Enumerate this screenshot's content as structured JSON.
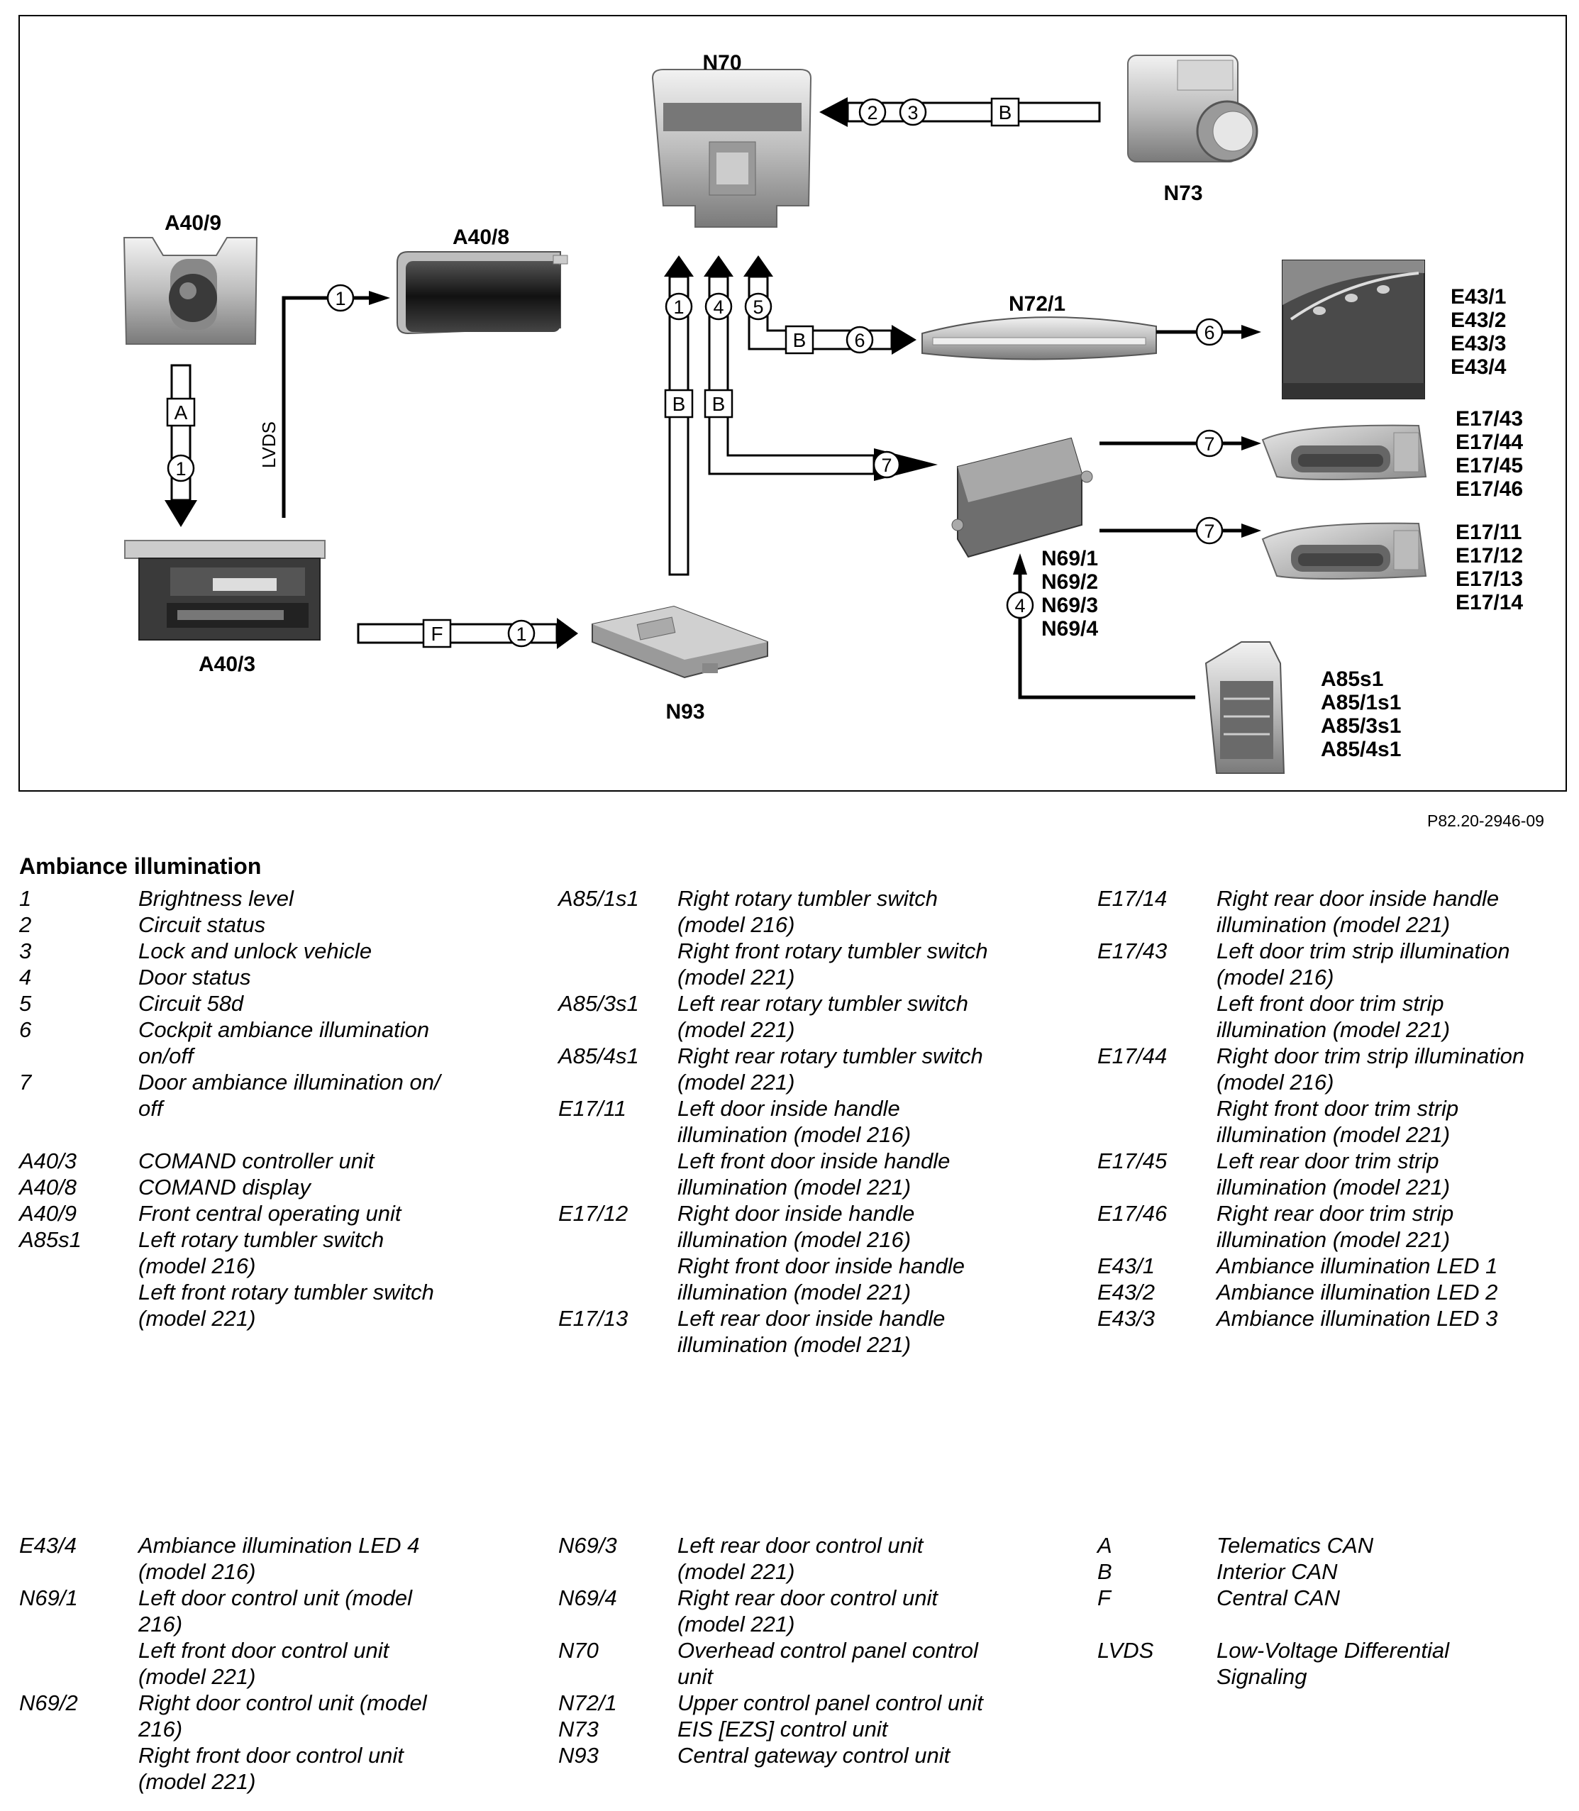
{
  "diagram": {
    "component_labels": {
      "n70": "N70",
      "n73": "N73",
      "a40_9": "A40/9",
      "a40_8": "A40/8",
      "n72_1": "N72/1",
      "a40_3": "A40/3",
      "n93": "N93",
      "n69": [
        "N69/1",
        "N69/2",
        "N69/3",
        "N69/4"
      ],
      "e43": [
        "E43/1",
        "E43/2",
        "E43/3",
        "E43/4"
      ],
      "e17_upper": [
        "E17/43",
        "E17/44",
        "E17/45",
        "E17/46"
      ],
      "e17_lower": [
        "E17/11",
        "E17/12",
        "E17/13",
        "E17/14"
      ],
      "a85": [
        "A85s1",
        "A85/1s1",
        "A85/3s1",
        "A85/4s1"
      ]
    },
    "lvds_label": "LVDS",
    "bus_letters": {
      "a": "A",
      "b": "B",
      "f": "F"
    },
    "signal_numbers": {
      "one": "1",
      "two": "2",
      "three": "3",
      "four": "4",
      "five": "5",
      "six": "6",
      "seven": "7"
    }
  },
  "figure_id": "P82.20-2946-09",
  "legend": {
    "title": "Ambiance illumination",
    "columns": [
      [
        {
          "code": "1",
          "lines": [
            "Brightness level"
          ]
        },
        {
          "code": "2",
          "lines": [
            "Circuit status"
          ]
        },
        {
          "code": "3",
          "lines": [
            "Lock and unlock vehicle"
          ]
        },
        {
          "code": "4",
          "lines": [
            "Door status"
          ]
        },
        {
          "code": "5",
          "lines": [
            "Circuit 58d"
          ]
        },
        {
          "code": "6",
          "lines": [
            "Cockpit ambiance illumination",
            "on/off"
          ]
        },
        {
          "code": "7",
          "lines": [
            "Door ambiance illumination on/",
            "off"
          ]
        },
        {
          "gap": true
        },
        {
          "code": "A40/3",
          "lines": [
            "COMAND controller unit"
          ]
        },
        {
          "code": "A40/8",
          "lines": [
            "COMAND display"
          ]
        },
        {
          "code": "A40/9",
          "lines": [
            "Front central operating unit"
          ]
        },
        {
          "code": "A85s1",
          "lines": [
            "Left rotary tumbler switch",
            "(model 216)",
            "Left front rotary tumbler switch",
            "(model 221)"
          ]
        }
      ],
      [
        {
          "code": "A85/1s1",
          "lines": [
            "Right rotary tumbler switch",
            "(model 216)",
            "Right front rotary tumbler switch",
            "(model 221)"
          ]
        },
        {
          "code": "A85/3s1",
          "lines": [
            "Left rear rotary tumbler switch",
            "(model 221)"
          ]
        },
        {
          "code": "A85/4s1",
          "lines": [
            "Right rear rotary tumbler switch",
            "(model 221)"
          ]
        },
        {
          "code": "E17/11",
          "lines": [
            "Left door inside handle",
            "illumination (model 216)",
            "Left front door inside handle",
            "illumination (model 221)"
          ]
        },
        {
          "code": "E17/12",
          "lines": [
            "Right door inside handle",
            "illumination (model 216)",
            "Right front door inside handle",
            "illumination (model 221)"
          ]
        },
        {
          "code": "E17/13",
          "lines": [
            "Left rear door inside handle",
            "illumination (model 221)"
          ]
        }
      ],
      [
        {
          "code": "E17/14",
          "lines": [
            "Right rear door inside handle",
            "illumination (model 221)"
          ]
        },
        {
          "code": "E17/43",
          "lines": [
            "Left door trim strip illumination",
            "(model 216)",
            "Left front door trim strip",
            "illumination (model 221)"
          ]
        },
        {
          "code": "E17/44",
          "lines": [
            "Right door trim strip illumination",
            "(model 216)",
            "Right front door trim strip",
            "illumination (model 221)"
          ]
        },
        {
          "code": "E17/45",
          "lines": [
            "Left rear door trim strip",
            "illumination (model 221)"
          ]
        },
        {
          "code": "E17/46",
          "lines": [
            "Right rear door trim strip",
            "illumination (model 221)"
          ]
        },
        {
          "code": "E43/1",
          "lines": [
            "Ambiance illumination LED 1"
          ]
        },
        {
          "code": "E43/2",
          "lines": [
            "Ambiance illumination LED 2"
          ]
        },
        {
          "code": "E43/3",
          "lines": [
            "Ambiance illumination LED 3"
          ]
        }
      ],
      [
        {
          "code": "E43/4",
          "lines": [
            "Ambiance illumination LED 4",
            "(model 216)"
          ]
        },
        {
          "code": "N69/1",
          "lines": [
            "Left door control unit (model",
            "216)",
            "Left front door control unit",
            "(model 221)"
          ]
        },
        {
          "code": "N69/2",
          "lines": [
            "Right door control unit (model",
            "216)",
            "Right front door control unit",
            "(model 221)"
          ]
        }
      ],
      [
        {
          "code": "N69/3",
          "lines": [
            "Left rear door control unit",
            "(model 221)"
          ]
        },
        {
          "code": "N69/4",
          "lines": [
            "Right rear door control unit",
            "(model 221)"
          ]
        },
        {
          "code": "N70",
          "lines": [
            "Overhead control panel control",
            "unit"
          ]
        },
        {
          "code": "N72/1",
          "lines": [
            "Upper control panel control unit"
          ]
        },
        {
          "code": "N73",
          "lines": [
            "EIS [EZS] control unit"
          ]
        },
        {
          "code": "N93",
          "lines": [
            "Central gateway control unit"
          ]
        }
      ],
      [
        {
          "code": "A",
          "lines": [
            "Telematics CAN"
          ]
        },
        {
          "code": "B",
          "lines": [
            "Interior CAN"
          ]
        },
        {
          "code": "F",
          "lines": [
            "Central CAN"
          ]
        },
        {
          "gap": true
        },
        {
          "code": "LVDS",
          "lines": [
            "Low-Voltage Differential",
            "Signaling"
          ]
        }
      ]
    ]
  }
}
